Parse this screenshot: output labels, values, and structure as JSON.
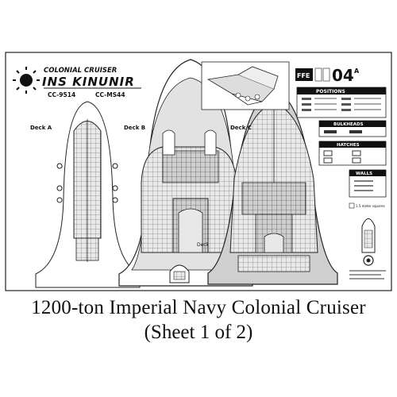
{
  "sheet": {
    "brand_line1": "COLONIAL CRUISER",
    "ship_name": "INS KINUNIR",
    "code_left": "CC-9514",
    "code_right": "CC-MS44",
    "sheet_number": "04",
    "sheet_suffix": "A",
    "publisher_badge": "FFE",
    "deck_labels": [
      "Deck A",
      "Deck B",
      "Deck C",
      "Deck"
    ],
    "legend": {
      "positions": "POSITIONS",
      "bulkheads": "BULKHEADS",
      "hatches": "HATCHES",
      "walls": "WALLS"
    },
    "scale_note": "1.5 meter squares"
  },
  "caption": {
    "line1": "1200-ton Imperial Navy Colonial Cruiser",
    "line2": "(Sheet 1 of 2)"
  }
}
